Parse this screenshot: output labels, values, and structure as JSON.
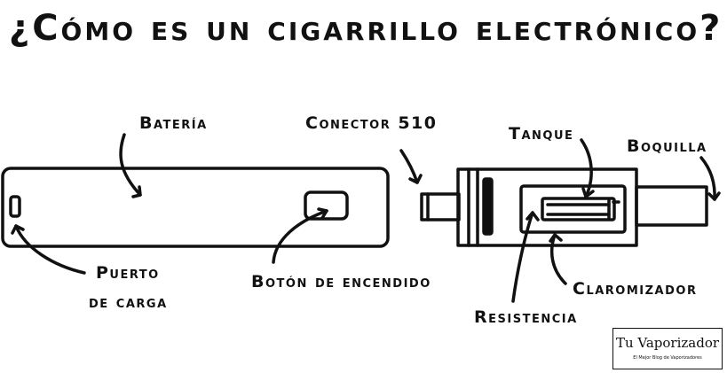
{
  "title": "¿Cómo es un cigarrillo electrónico?",
  "labels": {
    "bateria": "Batería",
    "conector": "Conector 510",
    "tanque": "Tanque",
    "boquilla": "Boquilla",
    "puerto_l1": "Puerto",
    "puerto_l2": "de carga",
    "boton": "Botón de encendido",
    "claromizador": "Claromizador",
    "resistencia": "Resistencia"
  },
  "logo": {
    "name": "Tu Vaporizador",
    "tagline": "El Mejor Blog de Vaporizadores"
  }
}
